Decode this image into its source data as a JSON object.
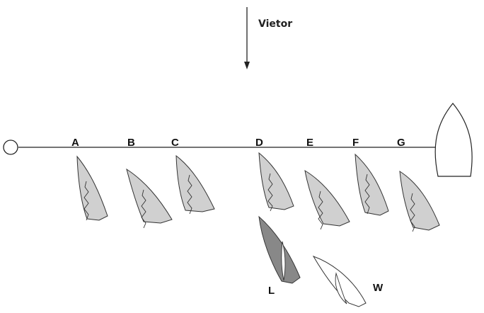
{
  "wind": {
    "label": "Vietor"
  },
  "boats": [
    {
      "label": "A",
      "color": "#d0d0d0"
    },
    {
      "label": "B",
      "color": "#d0d0d0"
    },
    {
      "label": "C",
      "color": "#d0d0d0"
    },
    {
      "label": "D",
      "color": "#d0d0d0"
    },
    {
      "label": "E",
      "color": "#d0d0d0"
    },
    {
      "label": "F",
      "color": "#d0d0d0"
    },
    {
      "label": "G",
      "color": "#d0d0d0"
    },
    {
      "label": "L",
      "color": "#888888"
    },
    {
      "label": "W",
      "color": "#ffffff"
    }
  ]
}
